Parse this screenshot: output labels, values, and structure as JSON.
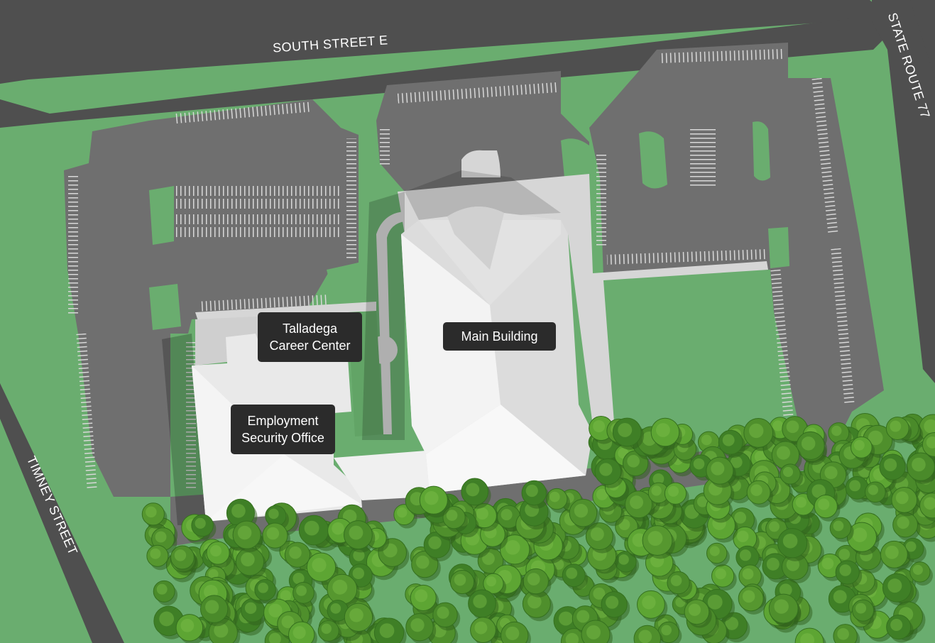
{
  "streets": {
    "south_street": "SOUTH STREET E",
    "state_route": "STATE ROUTE 77",
    "timney_street": "TIMNEY STREET"
  },
  "buildings": {
    "career_center": {
      "line1": "Talladega",
      "line2": "Career Center"
    },
    "employment_office": {
      "line1": "Employment",
      "line2": "Security Office"
    },
    "main_building": {
      "line1": "Main Building"
    }
  },
  "colors": {
    "grass": "#6aad6f",
    "road": "#4f4f4f",
    "parking": "#6f6f6f",
    "sidewalk": "#d6d6d6",
    "roof": "#ececec",
    "tree": "#4a8a2a",
    "label_bg": "#2b2b2b"
  }
}
